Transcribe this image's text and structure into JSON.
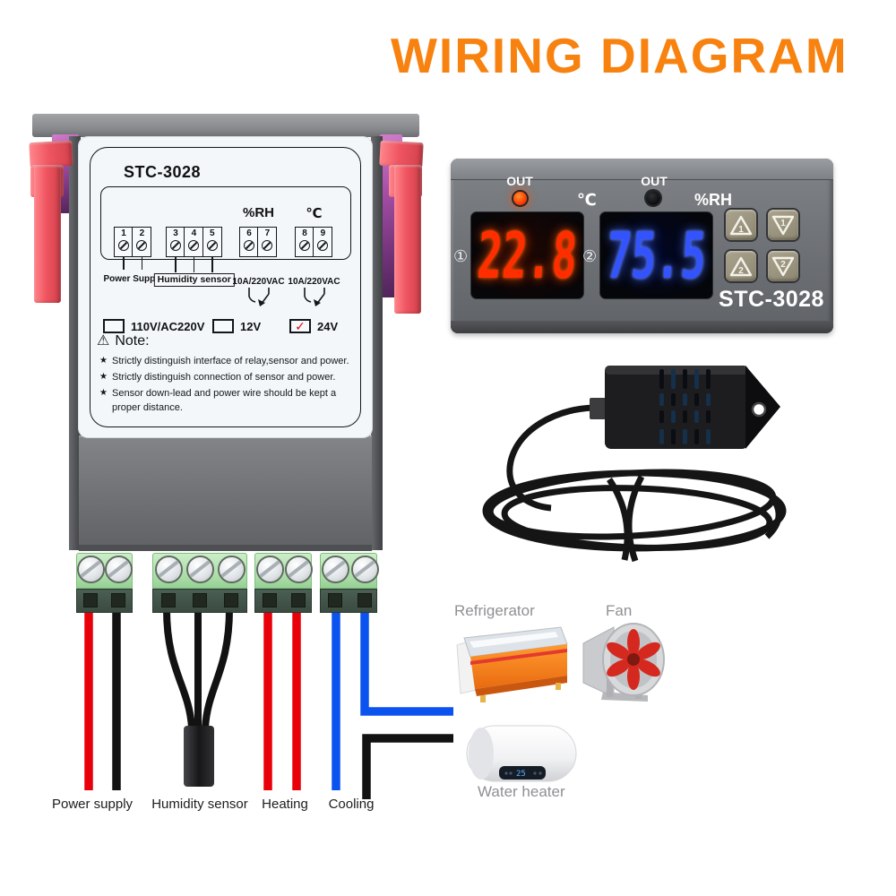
{
  "title": "WIRING DIAGRAM",
  "title_color": "#f8820f",
  "back_unit": {
    "model": "STC-3028",
    "terminal_groups": [
      {
        "name": "power-supply",
        "terminals": [
          "1",
          "2"
        ],
        "caption": "Power Supply",
        "style": "plain"
      },
      {
        "name": "humidity-sensor",
        "terminals": [
          "3",
          "4",
          "5"
        ],
        "caption": "Humidity sensor",
        "style": "boxed"
      },
      {
        "name": "humidity-relay",
        "terminals": [
          "6",
          "7"
        ],
        "header": "%RH",
        "caption": "10A/220VAC",
        "style": "relay"
      },
      {
        "name": "temperature-relay",
        "terminals": [
          "8",
          "9"
        ],
        "header": "℃",
        "caption": "10A/220VAC",
        "style": "relay"
      }
    ],
    "voltage_options": [
      {
        "label": "110V/AC220V",
        "checked": false
      },
      {
        "label": "12V",
        "checked": false
      },
      {
        "label": "24V",
        "checked": true
      }
    ],
    "check_glyph": "✓",
    "check_color": "#e8000a",
    "note_icon": "⚠",
    "note_title": "Note:",
    "bullet": "★",
    "notes": [
      "Strictly distinguish interface of relay,sensor and power.",
      "Strictly distinguish connection of sensor and power.",
      "Sensor down-lead and power wire should be kept a proper distance."
    ]
  },
  "front_unit": {
    "model": "STC-3028",
    "out_left_label": "OUT",
    "out_right_label": "OUT",
    "temp_unit": "℃",
    "humidity_unit": "%RH",
    "temp_value": "22.8",
    "humidity_value": "75.5",
    "temp_color": "#ff2d00",
    "humidity_color": "#3353ff",
    "channel_left": "①",
    "channel_right": "②",
    "buttons": [
      {
        "name": "up-1",
        "dir": "up",
        "num": "1"
      },
      {
        "name": "down-1",
        "dir": "down",
        "num": "1"
      },
      {
        "name": "up-2",
        "dir": "up",
        "num": "2"
      },
      {
        "name": "down-2",
        "dir": "down",
        "num": "2"
      }
    ]
  },
  "wiring": {
    "colors": {
      "power_live": "#e8000a",
      "power_neutral": "#121212",
      "sensor_cable": "#121212",
      "heating_a": "#e8000a",
      "heating_b": "#e8000a",
      "cooling_a": "#0b53ee",
      "cooling_b": "#0b53ee",
      "aux_line": "#121212"
    },
    "wire_labels": [
      "Power supply",
      "Humidity sensor",
      "Heating",
      "Cooling"
    ]
  },
  "devices": {
    "refrigerator_label": "Refrigerator",
    "fan_label": "Fan",
    "water_heater_label": "Water heater"
  }
}
